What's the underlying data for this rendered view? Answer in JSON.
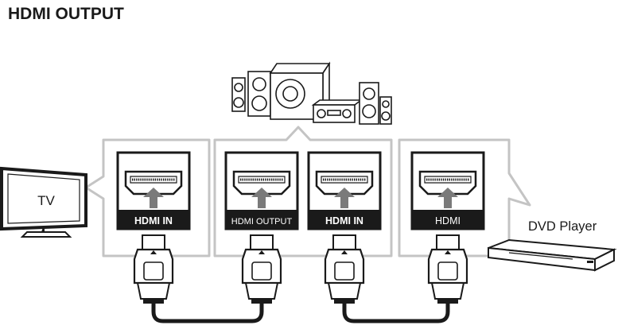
{
  "title": "HDMI OUTPUT",
  "devices": {
    "tv": "TV",
    "dvd_player": "DVD Player"
  },
  "ports": [
    {
      "id": "tv-hdmi-in",
      "label": "HDMI IN"
    },
    {
      "id": "receiver-hdmi-output",
      "label": "HDMI OUTPUT"
    },
    {
      "id": "receiver-hdmi-in",
      "label": "HDMI IN"
    },
    {
      "id": "dvd-hdmi",
      "label": "HDMI"
    }
  ],
  "colors": {
    "ink": "#1a1a1a",
    "bubble_stroke": "#c4c4c4",
    "port_label_bg": "#1a1a1a",
    "port_label_text": "#ffffff"
  }
}
